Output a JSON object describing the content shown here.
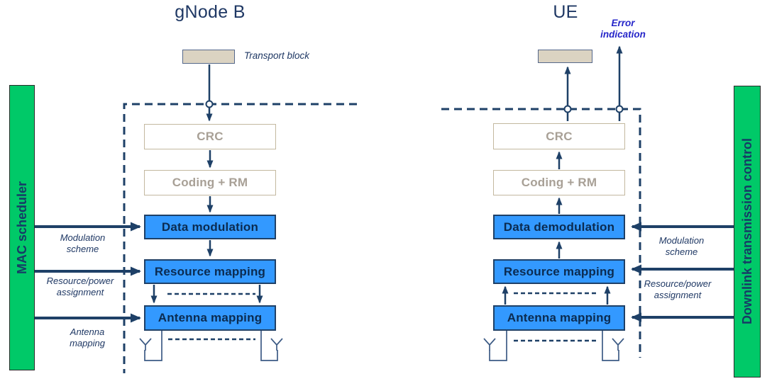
{
  "colors": {
    "navy_line": "#1E4067",
    "text_navy": "#1F3864",
    "block_blue_fill": "#3399FF",
    "block_blue_text": "#0B2B50",
    "outline_block_border": "#C3B89F",
    "outline_block_text": "#A8A096",
    "transport_block_fill": "#DBD3C2",
    "transport_block_border": "#55688B",
    "sidebar_green": "#00C968",
    "error_blue": "#2525C9"
  },
  "gnb": {
    "title": "gNode B",
    "transport_block_label": "Transport block",
    "controller_label": "MAC scheduler",
    "blocks": [
      {
        "label": "CRC"
      },
      {
        "label": "Coding + RM"
      },
      {
        "label": "Data modulation"
      },
      {
        "label": "Resource mapping"
      },
      {
        "label": "Antenna mapping"
      }
    ],
    "control_labels": [
      {
        "label": "Modulation scheme"
      },
      {
        "label": "Resource/power assignment"
      },
      {
        "label": "Antenna mapping"
      }
    ]
  },
  "ue": {
    "title": "UE",
    "error_indication_label": "Error indication",
    "controller_label": "Downlink transmission control",
    "blocks": [
      {
        "label": "CRC"
      },
      {
        "label": "Coding + RM"
      },
      {
        "label": "Data demodulation"
      },
      {
        "label": "Resource mapping"
      },
      {
        "label": "Antenna mapping"
      }
    ],
    "control_labels": [
      {
        "label": "Modulation scheme"
      },
      {
        "label": "Resource/power assignment"
      }
    ]
  }
}
